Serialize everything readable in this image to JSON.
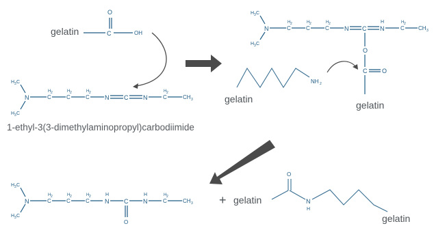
{
  "reagent_name": "1-ethyl-3(3-dimethylaminopropyl)carbodiimide",
  "labels": {
    "gelatin": "gelatin",
    "plus": "+"
  },
  "atoms": {
    "carbon": "C",
    "oxygen": "O",
    "nitrogen": "N",
    "hydroxyl": "OH",
    "hydrogen": "H",
    "amine": "NH",
    "methyl_h3": "H",
    "methyl_3": "3",
    "methylene_h2": "H",
    "methylene_2": "2",
    "ch3": "CH",
    "sub3": "3",
    "sub2": "2"
  },
  "colors": {
    "structure": "#1e5b84",
    "label": "#555a5f",
    "arrow": "#4b4b4b"
  }
}
